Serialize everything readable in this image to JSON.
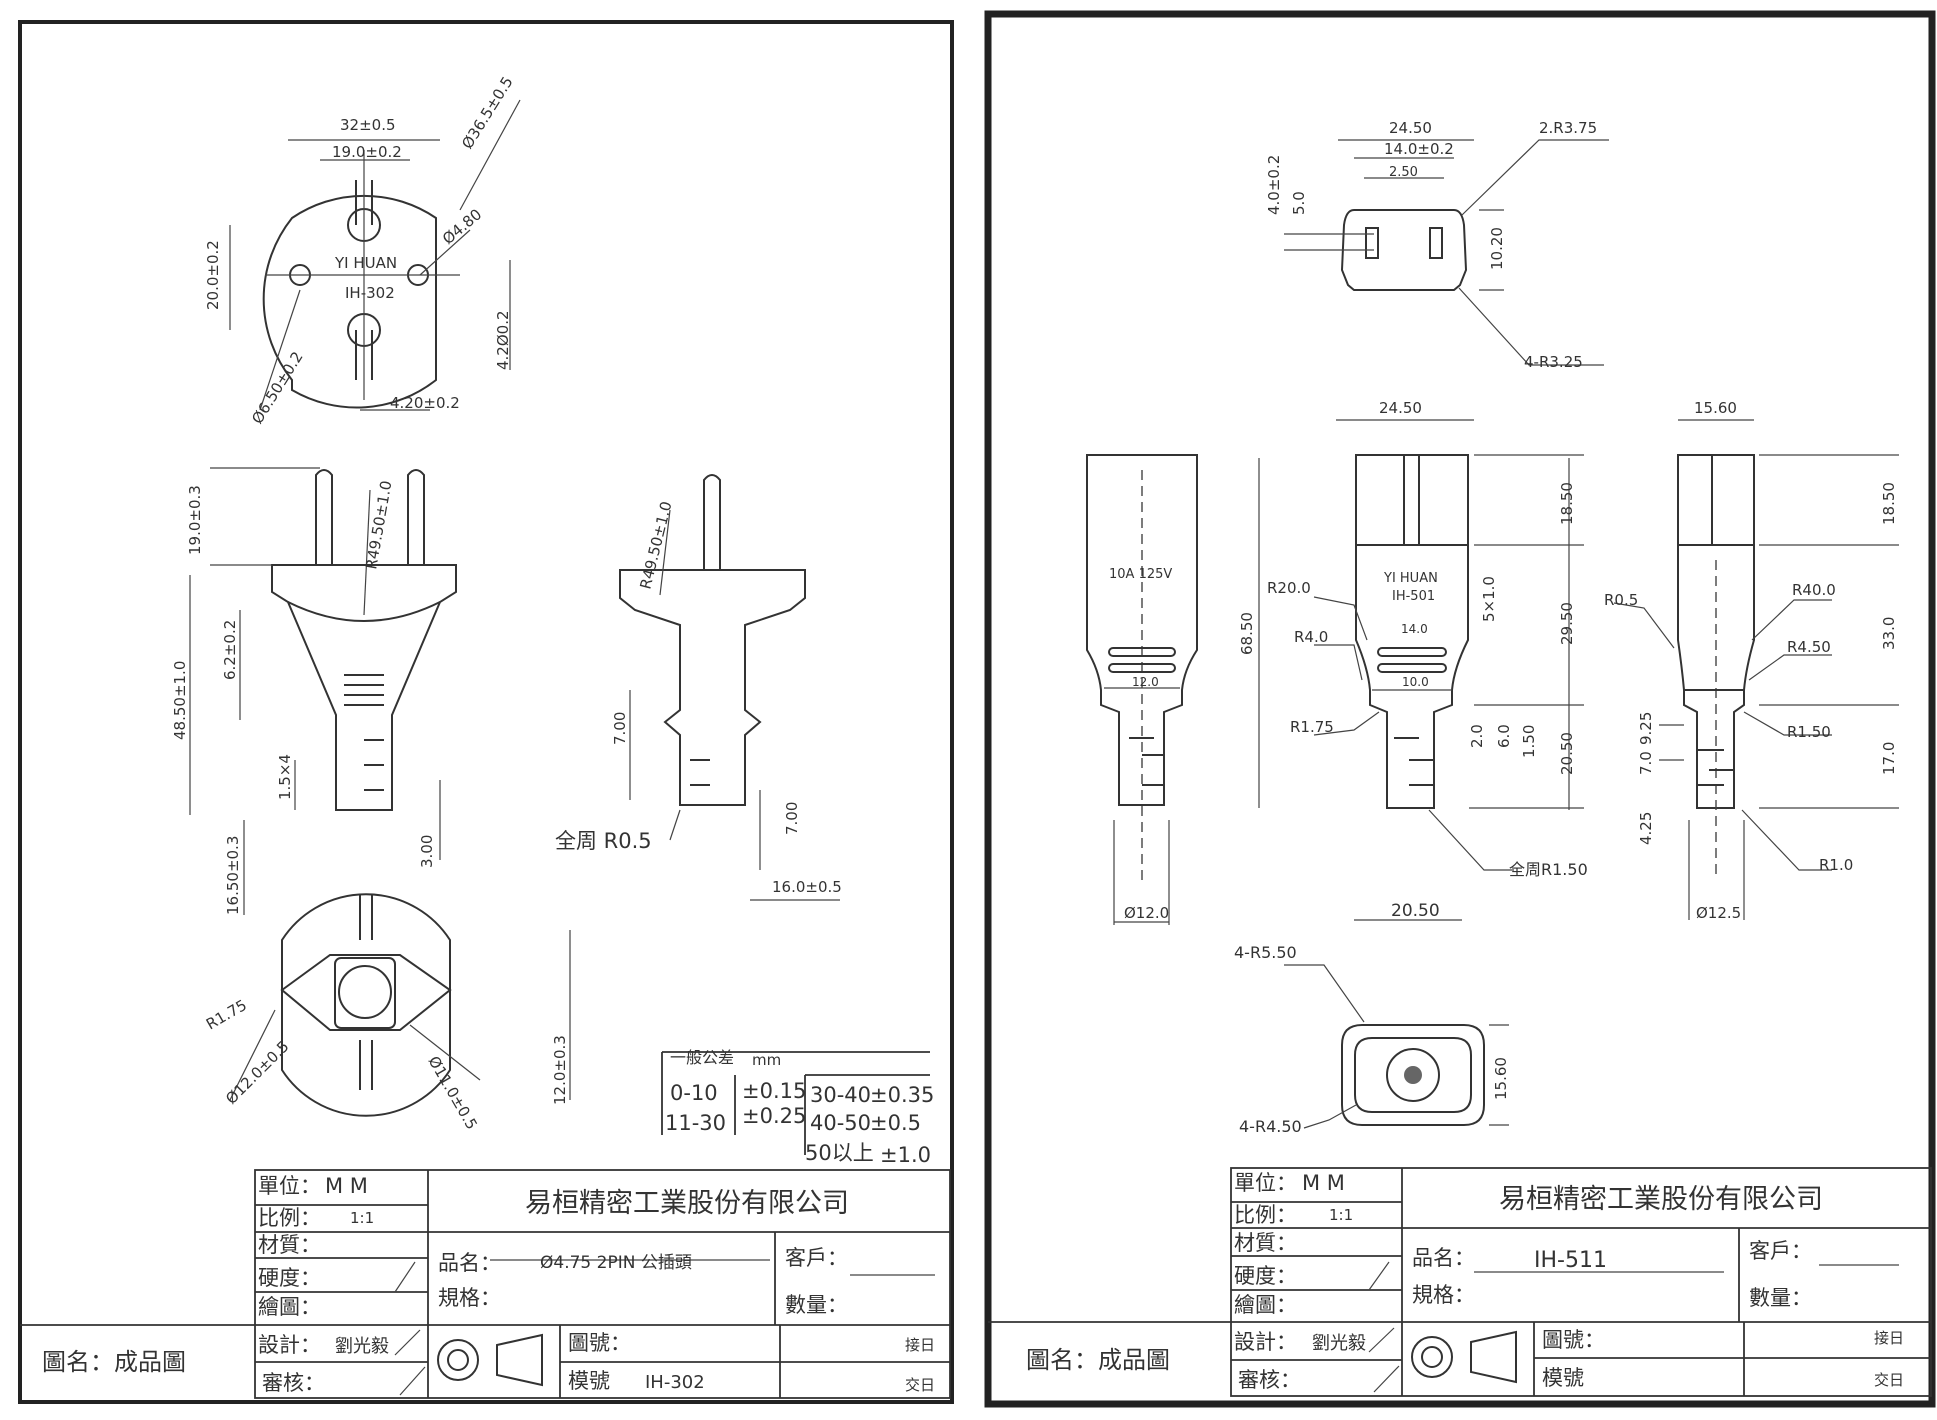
{
  "left_sheet": {
    "front_view": {
      "dim_width": "32±0.5",
      "dim_pin_spacing": "19.0±0.2",
      "dim_diameter": "Ø36.5±0.5",
      "dim_hole": "Ø4.80",
      "dim_height": "20.0±0.2",
      "dim_side": "4.2Ø0.2",
      "dim_slot": "4.20±0.2",
      "dim_recess": "Ø6.50±0.2",
      "brand": "YI HUAN",
      "model": "IH-302"
    },
    "side_view": {
      "dim_pin_length": "19.0±0.3",
      "dim_radius": "R49.50±1.0",
      "dim_body": "6.2±0.2",
      "dim_total": "48.50±1.0",
      "dim_rib": "1.5×4",
      "dim_tail": "3.00",
      "dim_cable": "16.50±0.3"
    },
    "profile_view": {
      "dim_radius": "R49.50±1.0",
      "dim_a": "7.00",
      "dim_b": "7.00",
      "dim_round": "全周 R0.5",
      "dim_width": "16.0±0.5"
    },
    "bottom_view": {
      "dim_r": "R1.75",
      "dim_outer": "Ø12.0±0.5",
      "dim_inner": "Ø11.0±0.5",
      "dim_h": "12.0±0.3"
    },
    "tolerance": {
      "title": "一般公差",
      "unit": "mm",
      "r1": "0-10",
      "t1": "±0.15",
      "r2": "11-30",
      "t2": "±0.25",
      "r3": "30-40",
      "t3": "±0.35",
      "r4": "40-50",
      "t4": "±0.5",
      "r5": "50以上",
      "t5": "±1.0"
    },
    "title_block": {
      "unit_label": "單位：",
      "unit_value": "M M",
      "scale_label": "比例：",
      "scale_value": "1:1",
      "material_label": "材質：",
      "hardness_label": "硬度：",
      "drawn_label": "繪圖：",
      "design_label": "設計：",
      "design_value": "劉光毅",
      "review_label": "審核：",
      "company": "易桓精密工業股份有限公司",
      "product_label": "品名：",
      "product_value": "Ø4.75 2PIN 公插頭",
      "spec_label": "規格：",
      "customer_label": "客戶：",
      "qty_label": "數量：",
      "drawing_no_label": "圖號：",
      "model_label": "模號",
      "model_value": "IH-302",
      "receive_label": "接日",
      "deliver_label": "交日",
      "drawing_name": "圖名：成品圖"
    }
  },
  "right_sheet": {
    "top_view": {
      "dim_width": "24.50",
      "dim_inner": "14.0±0.2",
      "dim_pin": "2.50",
      "dim_r": "2.R3.75",
      "dim_h1": "4.0±0.2",
      "dim_h2": "5.0",
      "dim_h3": "10.20",
      "dim_corner": "4-R3.25"
    },
    "left_view": {
      "rating": "10A 125V",
      "dim_neck": "12.0",
      "dim_dia": "Ø12.0"
    },
    "center_view": {
      "dim_width": "24.50",
      "dim_total": "68.50",
      "dim_top": "18.50",
      "dim_mid": "29.50",
      "dim_bot": "20.50",
      "dim_r20": "R20.0",
      "dim_r4": "R4.0",
      "dim_r175": "R1.75",
      "brand": "YI HUAN",
      "model": "IH-501",
      "dim_14": "14.0",
      "dim_10": "10.0",
      "dim_5": "5×1.0",
      "dim_2": "2.0",
      "dim_6": "6.0",
      "dim_15": "1.50",
      "dim_round": "全周R1.50",
      "dim_base": "20.50"
    },
    "right_view": {
      "dim_width": "15.60",
      "dim_top": "18.50",
      "dim_mid": "33.0",
      "dim_bot": "17.0",
      "dim_r05": "R0.5",
      "dim_r40": "R40.0",
      "dim_r45": "R4.50",
      "dim_r15": "R1.50",
      "dim_r10": "R1.0",
      "dim_925": "9.25",
      "dim_70": "7.0",
      "dim_425": "4.25",
      "dim_dia": "Ø12.5"
    },
    "bottom_view": {
      "dim_r55": "4-R5.50",
      "dim_r45": "4-R4.50",
      "dim_h": "15.60"
    },
    "title_block": {
      "unit_label": "單位：",
      "unit_value": "M M",
      "scale_label": "比例：",
      "scale_value": "1:1",
      "material_label": "材質：",
      "hardness_label": "硬度：",
      "drawn_label": "繪圖：",
      "design_label": "設計：",
      "design_value": "劉光毅",
      "review_label": "審核：",
      "company": "易桓精密工業股份有限公司",
      "product_label": "品名：",
      "product_value": "IH-511",
      "spec_label": "規格：",
      "customer_label": "客戶：",
      "qty_label": "數量：",
      "drawing_no_label": "圖號：",
      "model_label": "模號",
      "receive_label": "接日",
      "deliver_label": "交日",
      "drawing_name": "圖名：成品圖"
    }
  }
}
